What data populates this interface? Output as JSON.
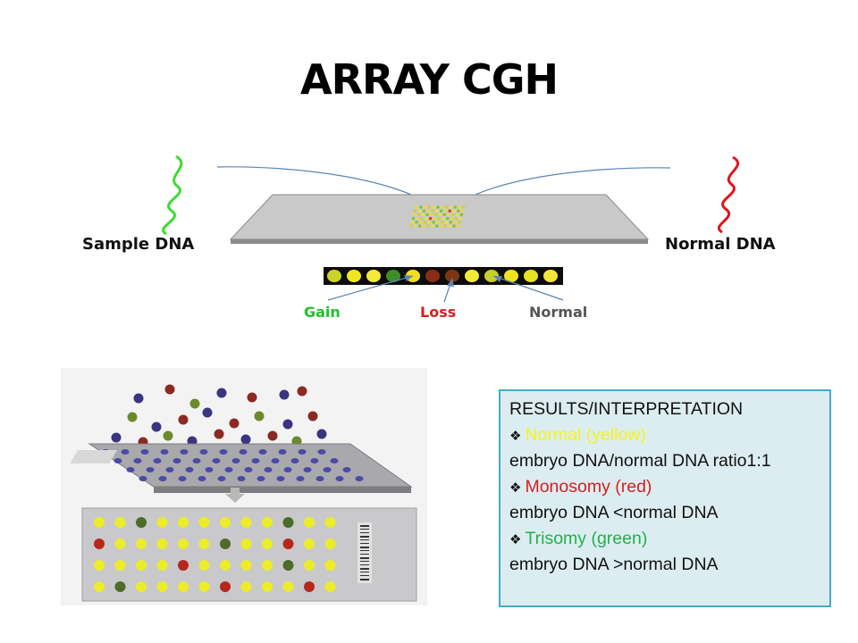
{
  "title": "ARRAY CGH",
  "top_diagram": {
    "sample_label": "Sample DNA",
    "normal_label": "Normal DNA",
    "callouts": [
      {
        "label": "Gain",
        "color": "#22c02c"
      },
      {
        "label": "Loss",
        "color": "#d42020"
      },
      {
        "label": "Normal",
        "color": "#555555"
      }
    ],
    "sample_color": "#3ddc2f",
    "normal_color": "#e0141a",
    "strip_spots": [
      "#c9d42a",
      "#f0e61e",
      "#f3ea3a",
      "#3d8e2a",
      "#f2e020",
      "#8a2c18",
      "#7c3616",
      "#f3e93a",
      "#c6cf2c",
      "#f0e31c",
      "#e8e122",
      "#f2e63a"
    ]
  },
  "microarray": {
    "falling_beads": [
      [
        "#3a3580",
        "#8b2a22",
        "#3a3580",
        "#6b8a2a"
      ],
      [
        "#8b2a22",
        "#3a3580",
        "#6b8a2a",
        "#8b2a22",
        "#3a3580"
      ]
    ],
    "grid_rows": [
      [
        "yellow",
        "yellow",
        "green",
        "yellow",
        "yellow",
        "yellow",
        "yellow",
        "yellow",
        "yellow",
        "green",
        "yellow",
        "yellow"
      ],
      [
        "red",
        "yellow",
        "yellow",
        "yellow",
        "yellow",
        "yellow",
        "green",
        "yellow",
        "yellow",
        "red",
        "yellow",
        "yellow"
      ],
      [
        "yellow",
        "yellow",
        "yellow",
        "yellow",
        "red",
        "yellow",
        "yellow",
        "yellow",
        "yellow",
        "green",
        "yellow",
        "yellow"
      ],
      [
        "yellow",
        "green",
        "yellow",
        "yellow",
        "yellow",
        "yellow",
        "red",
        "yellow",
        "yellow",
        "yellow",
        "red",
        "yellow"
      ]
    ]
  },
  "results": {
    "heading": "RESULTS/INTERPRETATION",
    "bullet_symbol": "❖",
    "items": [
      {
        "label": "Normal (yellow)",
        "color": "#f5f51a",
        "detail": "embryo DNA/normal DNA ratio1:1"
      },
      {
        "label": "Monosomy (red)",
        "color": "#d81e1e",
        "detail": "embryo DNA <normal DNA"
      },
      {
        "label": "Trisomy (green)",
        "color": "#22b04a",
        "detail": "embryo DNA >normal DNA"
      }
    ]
  }
}
